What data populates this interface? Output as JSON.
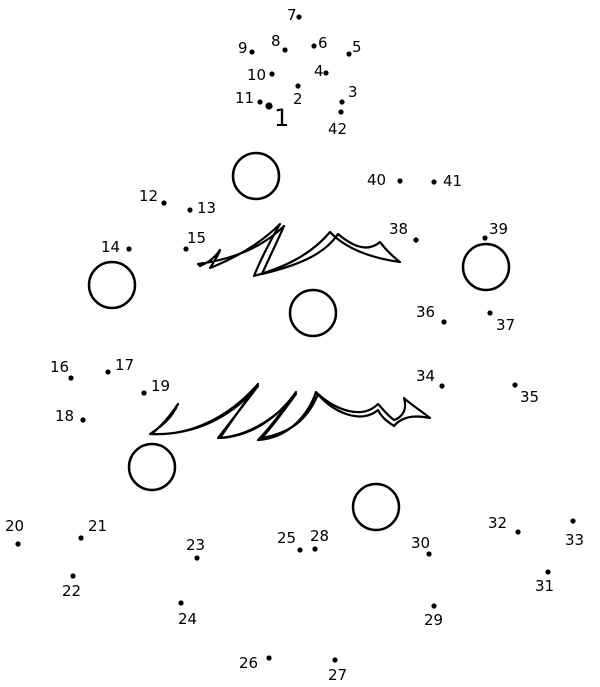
{
  "puzzle": {
    "points": [
      {
        "label": "1"
      },
      {
        "label": "2"
      },
      {
        "label": "3"
      },
      {
        "label": "4"
      },
      {
        "label": "5"
      },
      {
        "label": "6"
      },
      {
        "label": "7"
      },
      {
        "label": "8"
      },
      {
        "label": "9"
      },
      {
        "label": "10"
      },
      {
        "label": "11"
      },
      {
        "label": "12"
      },
      {
        "label": "13"
      },
      {
        "label": "14"
      },
      {
        "label": "15"
      },
      {
        "label": "16"
      },
      {
        "label": "17"
      },
      {
        "label": "18"
      },
      {
        "label": "19"
      },
      {
        "label": "20"
      },
      {
        "label": "21"
      },
      {
        "label": "22"
      },
      {
        "label": "23"
      },
      {
        "label": "24"
      },
      {
        "label": "25"
      },
      {
        "label": "26"
      },
      {
        "label": "27"
      },
      {
        "label": "28"
      },
      {
        "label": "29"
      },
      {
        "label": "30"
      },
      {
        "label": "31"
      },
      {
        "label": "32"
      },
      {
        "label": "33"
      },
      {
        "label": "34"
      },
      {
        "label": "35"
      },
      {
        "label": "36"
      },
      {
        "label": "37"
      },
      {
        "label": "38"
      },
      {
        "label": "39"
      },
      {
        "label": "40"
      },
      {
        "label": "41"
      },
      {
        "label": "42"
      }
    ]
  },
  "colors": {
    "ink": "#000000",
    "paper": "#ffffff"
  }
}
